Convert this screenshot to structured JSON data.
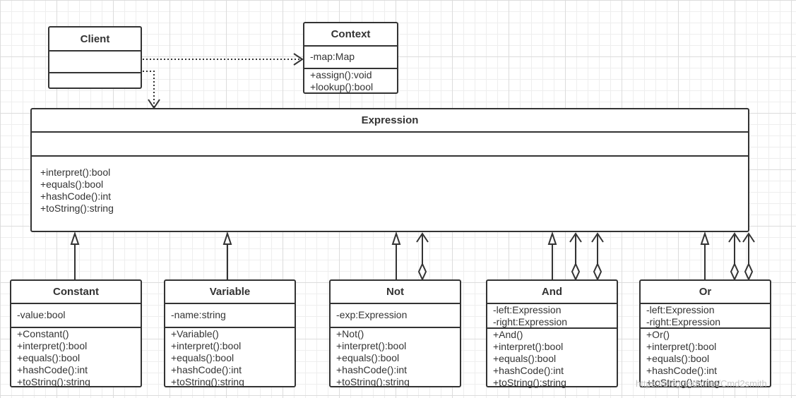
{
  "classes": {
    "client": {
      "name": "Client",
      "attributes": [],
      "operations": []
    },
    "context": {
      "name": "Context",
      "attributes": [
        "-map:Map"
      ],
      "operations": [
        "+assign():void",
        "+lookup():bool"
      ]
    },
    "expression": {
      "name": "Expression",
      "attributes": [],
      "operations": [
        "+interpret():bool",
        "+equals():bool",
        "+hashCode():int",
        "+toString():string"
      ]
    },
    "constant": {
      "name": "Constant",
      "attributes": [
        "-value:bool"
      ],
      "operations": [
        "+Constant()",
        "+interpret():bool",
        "+equals():bool",
        "+hashCode():int",
        "+toString():string"
      ]
    },
    "variable": {
      "name": "Variable",
      "attributes": [
        "-name:string"
      ],
      "operations": [
        "+Variable()",
        "+interpret():bool",
        "+equals():bool",
        "+hashCode():int",
        "+toString():string"
      ]
    },
    "not": {
      "name": "Not",
      "attributes": [
        "-exp:Expression"
      ],
      "operations": [
        "+Not()",
        "+interpret():bool",
        "+equals():bool",
        "+hashCode():int",
        "+toString():string"
      ]
    },
    "and": {
      "name": "And",
      "attributes": [
        "-left:Expression",
        "-right:Expression"
      ],
      "operations": [
        "+And()",
        "+interpret():bool",
        "+equals():bool",
        "+hashCode():int",
        "+toString():string"
      ]
    },
    "or": {
      "name": "Or",
      "attributes": [
        "-left:Expression",
        "-right:Expression"
      ],
      "operations": [
        "+Or()",
        "+interpret():bool",
        "+equals():bool",
        "+hashCode():int",
        "+toString():string"
      ]
    }
  },
  "watermark": "https://blog.csdn.net/Cmd2smith"
}
